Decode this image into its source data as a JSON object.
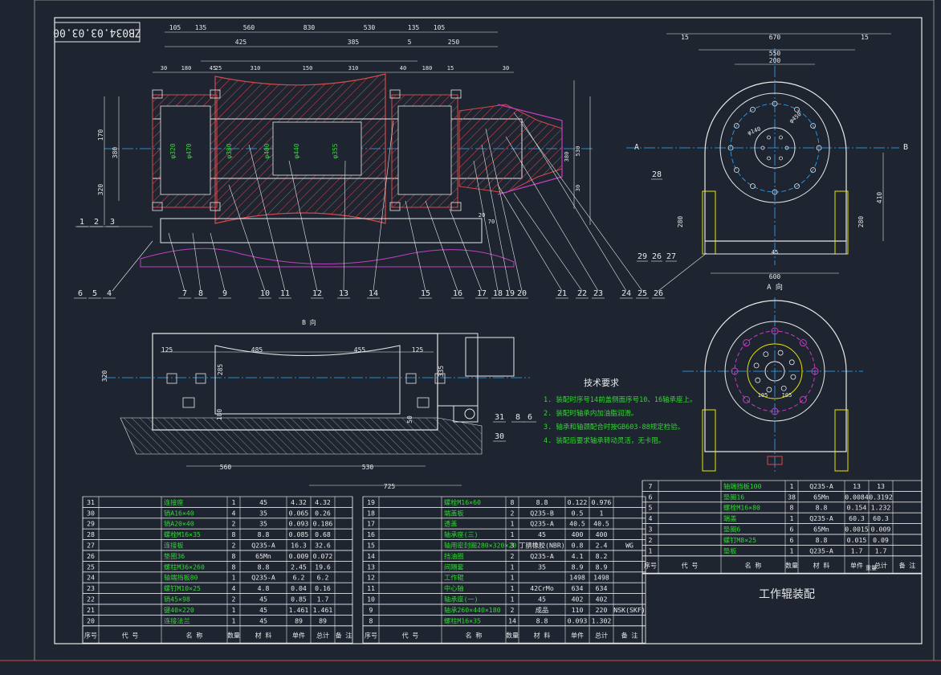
{
  "drawing_number": "ZB034.03.03.00",
  "title_block": {
    "title": "工作辊装配"
  },
  "view_labels": {
    "a_left": "A",
    "b_right": "B",
    "a_view": "A 向",
    "b_view": "B 向"
  },
  "tech_requirements": {
    "heading": "技术要求",
    "items": [
      "1. 装配时序号14前盖侧面序号10、16轴承座上。",
      "2. 装配时轴承内加油脂润滑。",
      "3. 轴承和轴颈配合时按GB603-88规定检验。",
      "4. 装配后要求轴承转动灵活，无卡阻。"
    ]
  },
  "dims": {
    "top_row1": [
      "105",
      "135",
      "560",
      "830",
      "530",
      "135",
      "105"
    ],
    "top_row2": [
      "425",
      "385",
      "5",
      "250"
    ],
    "top_row3": [
      "30",
      "180",
      "45",
      "25",
      "310",
      "150",
      "310",
      "40",
      "180",
      "15",
      "30"
    ],
    "side_top": [
      "15",
      "670",
      "15",
      "550",
      "200"
    ],
    "side_right": [
      "410",
      "280",
      "280",
      "600",
      "45"
    ],
    "bottom_view": [
      "125",
      "485",
      "455",
      "125",
      "560",
      "530",
      "725",
      "320",
      "285",
      "335",
      "180",
      "50"
    ],
    "circle_labels": [
      "φ140",
      "φ450"
    ],
    "av_dims": [
      "105",
      "105"
    ],
    "left_side": [
      "170",
      "380",
      "320"
    ],
    "right_side": [
      "530",
      "380",
      "30",
      "20",
      "70"
    ],
    "shaft_labels": [
      "φ320",
      "φ470",
      "φ380",
      "φ400",
      "φ440",
      "φ355"
    ]
  },
  "balloons_top": [
    "1",
    "2",
    "3"
  ],
  "balloons_left": [
    "6",
    "5",
    "4"
  ],
  "balloons_bottom": [
    "7",
    "8",
    "9",
    "10",
    "11",
    "12",
    "13",
    "14",
    "15",
    "16",
    "17",
    "18",
    "19",
    "20",
    "21",
    "22",
    "23",
    "24",
    "25",
    "26"
  ],
  "balloons_side": [
    "28",
    "29",
    "26",
    "27"
  ],
  "balloons_plan": [
    "31",
    "8",
    "6",
    "30"
  ],
  "bom_left_header": [
    "序号",
    "代 号",
    "名 称",
    "数量",
    "材 料",
    "单件",
    "总计",
    "备 注"
  ],
  "bom_left": [
    [
      "31",
      "",
      "连接座",
      "1",
      "45",
      "4.32",
      "4.32",
      ""
    ],
    [
      "30",
      "",
      "销A16×40",
      "4",
      "35",
      "0.065",
      "0.26",
      ""
    ],
    [
      "29",
      "",
      "销A20×40",
      "2",
      "35",
      "0.093",
      "0.186",
      ""
    ],
    [
      "28",
      "",
      "螺栓M16×35",
      "8",
      "8.8",
      "0.085",
      "0.68",
      ""
    ],
    [
      "27",
      "",
      "连接板",
      "2",
      "Q235-A",
      "16.3",
      "32.6",
      ""
    ],
    [
      "26",
      "",
      "垫圈36",
      "8",
      "65Mn",
      "0.009",
      "0.072",
      ""
    ],
    [
      "25",
      "",
      "螺柱M36×260",
      "8",
      "8.8",
      "2.45",
      "19.6",
      ""
    ],
    [
      "24",
      "",
      "轴端挡板80",
      "1",
      "Q235-A",
      "6.2",
      "6.2",
      ""
    ],
    [
      "23",
      "",
      "螺钉M10×25",
      "4",
      "4.8",
      "0.04",
      "0.16",
      ""
    ],
    [
      "22",
      "",
      "销45×98",
      "2",
      "45",
      "0.85",
      "1.7",
      ""
    ],
    [
      "21",
      "",
      "键40×220",
      "1",
      "45",
      "1.461",
      "1.461",
      ""
    ],
    [
      "20",
      "",
      "连接法兰",
      "1",
      "45",
      "89",
      "89",
      ""
    ]
  ],
  "bom_mid_header": [
    "序号",
    "代 号",
    "名 称",
    "数量",
    "材 料",
    "单件",
    "总计",
    "备 注"
  ],
  "bom_mid": [
    [
      "19",
      "",
      "螺栓M16×60",
      "8",
      "8.8",
      "0.122",
      "0.976",
      ""
    ],
    [
      "18",
      "",
      "端盖板",
      "2",
      "Q235-B",
      "0.5",
      "1",
      ""
    ],
    [
      "17",
      "",
      "透盖",
      "1",
      "Q235-A",
      "40.5",
      "40.5",
      ""
    ],
    [
      "16",
      "",
      "轴承座(三)",
      "1",
      "45",
      "400",
      "400",
      ""
    ],
    [
      "15",
      "",
      "轴用密封圈280×320×20",
      "3",
      "丁腈橡胶(NBR)",
      "0.8",
      "2.4",
      "WG"
    ],
    [
      "14",
      "",
      "挡油圈",
      "2",
      "Q235-A",
      "4.1",
      "8.2",
      ""
    ],
    [
      "13",
      "",
      "间隔套",
      "1",
      "35",
      "8.9",
      "8.9",
      ""
    ],
    [
      "12",
      "",
      "工作辊",
      "1",
      "",
      "1498",
      "1498",
      ""
    ],
    [
      "11",
      "",
      "中心轴",
      "1",
      "42CrMo",
      "634",
      "634",
      ""
    ],
    [
      "10",
      "",
      "轴承座(一)",
      "1",
      "45",
      "402",
      "402",
      ""
    ],
    [
      "9",
      "",
      "轴承260×440×180",
      "2",
      "成品",
      "110",
      "220",
      "NSK(SKF)"
    ],
    [
      "8",
      "",
      "螺柱M16×35",
      "14",
      "8.8",
      "0.093",
      "1.302",
      ""
    ]
  ],
  "bom_right_header": [
    "序号",
    "代 号",
    "名 称",
    "数量",
    "材 料",
    "单件",
    "总计",
    "备 注"
  ],
  "bom_right": [
    [
      "7",
      "",
      "轴端挡板100",
      "1",
      "Q235-A",
      "13",
      "13",
      ""
    ],
    [
      "6",
      "",
      "垫圈16",
      "38",
      "65Mn",
      "0.0084",
      "0.3192",
      ""
    ],
    [
      "5",
      "",
      "螺栓M16×80",
      "8",
      "8.8",
      "0.154",
      "1.232",
      ""
    ],
    [
      "4",
      "",
      "端盖",
      "1",
      "Q235-A",
      "60.3",
      "60.3",
      ""
    ],
    [
      "3",
      "",
      "垫圈6",
      "6",
      "65Mn",
      "0.0015",
      "0.009",
      ""
    ],
    [
      "2",
      "",
      "螺钉M8×25",
      "6",
      "8.8",
      "0.015",
      "0.09",
      ""
    ],
    [
      "1",
      "",
      "垫板",
      "1",
      "Q235-A",
      "1.7",
      "1.7",
      ""
    ]
  ],
  "weight_label": "重量"
}
